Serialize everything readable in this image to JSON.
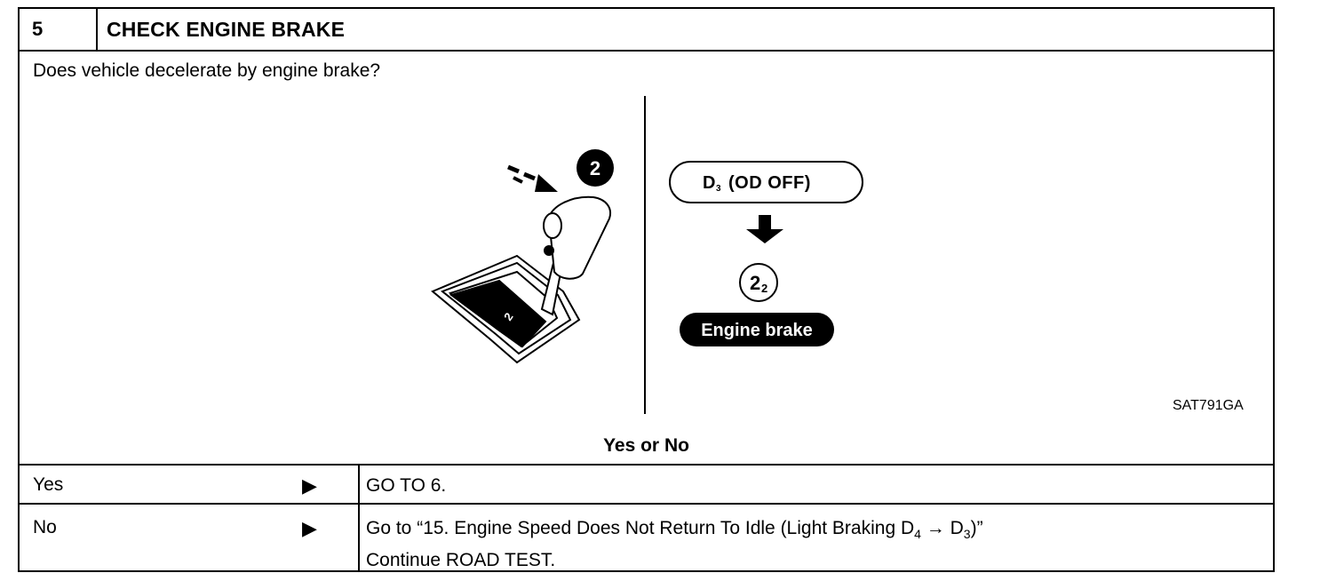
{
  "step": {
    "number": "5",
    "title": "CHECK ENGINE BRAKE"
  },
  "question": "Does vehicle decelerate by engine brake?",
  "figure": {
    "code": "SAT791GA",
    "callout_number": "2",
    "gate_label": "2",
    "mode_from": "(OD OFF)",
    "mode_from_letter": "D",
    "mode_from_sub": "3",
    "mode_to_main": "2",
    "mode_to_sub": "2",
    "result": "Engine brake"
  },
  "decision_label": "Yes or No",
  "rows": [
    {
      "label": "Yes",
      "arrow": "▶",
      "action_line1": "GO TO 6."
    },
    {
      "label": "No",
      "arrow": "▶",
      "action_prefix": "Go to “15. Engine Speed Does Not Return To Idle (Light Braking D",
      "action_sub1": "4",
      "action_mid": " → D",
      "action_sub2": "3",
      "action_suffix": ")”",
      "action_line2": "Continue ROAD TEST."
    }
  ]
}
